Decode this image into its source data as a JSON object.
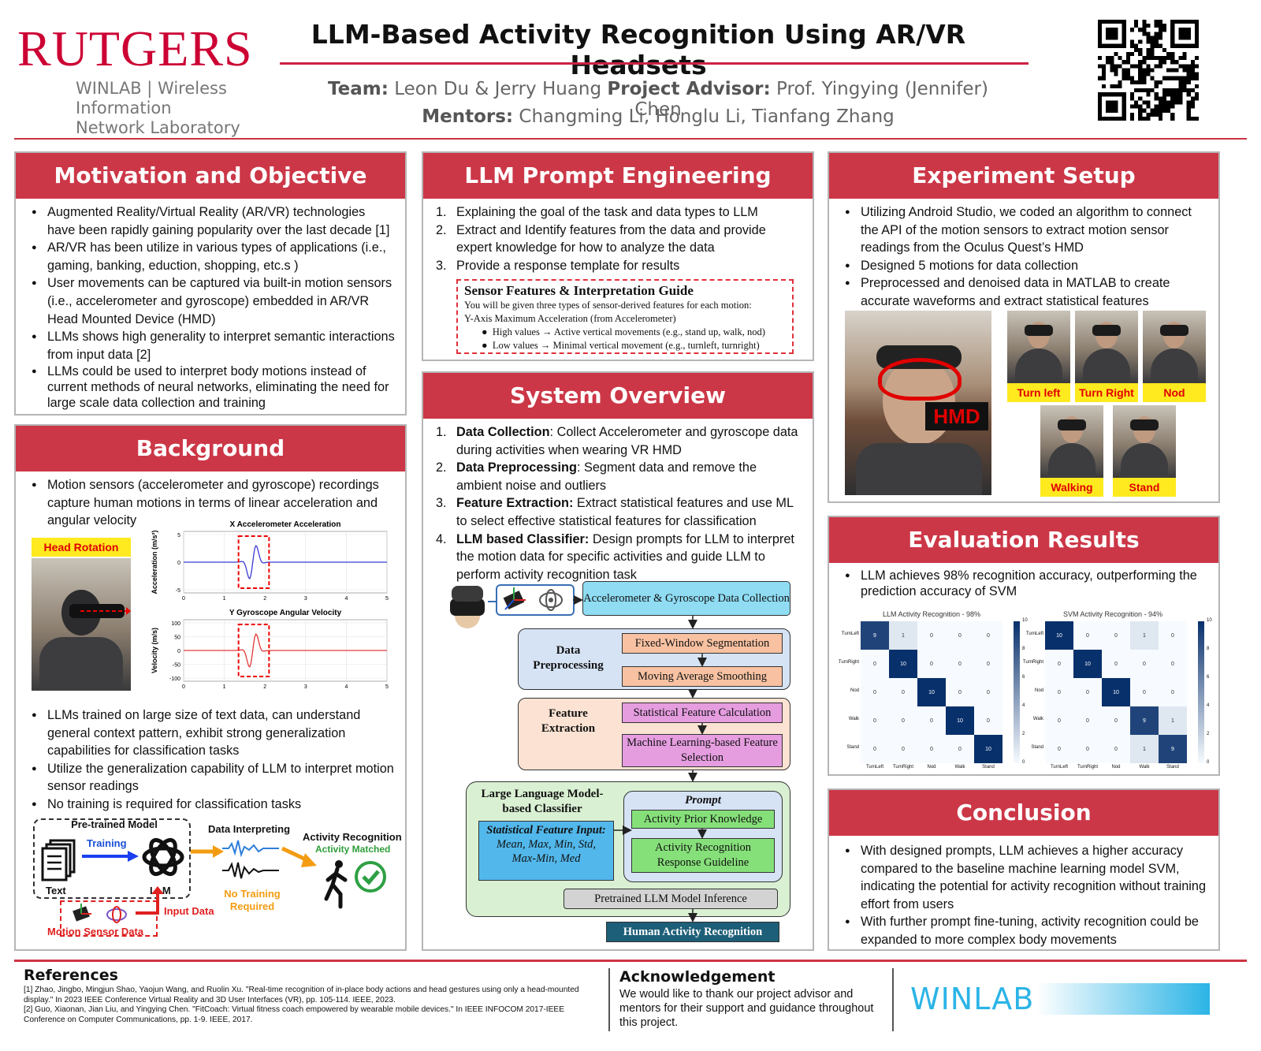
{
  "header": {
    "university": "RUTGERS",
    "lab_line1": "WINLAB | Wireless Information",
    "lab_line2": "Network Laboratory",
    "title": "LLM-Based Activity Recognition Using AR/VR Headsets",
    "team_label": "Team:",
    "team_value": "Leon Du & Jerry Huang",
    "advisor_label": "Project Advisor:",
    "advisor_value": "Prof. Yingying (Jennifer) Chen",
    "mentors_label": "Mentors:",
    "mentors_value": "Changming Li, Honglu Li, Tianfang Zhang"
  },
  "motivation": {
    "title": "Motivation and Objective",
    "bullets": [
      "Augmented Reality/Virtual Reality (AR/VR) technologies have been rapidly gaining popularity over the last decade [1]",
      "AR/VR has been utilize in various types of applications (i.e., gaming, banking, eduction, shopping, etc.s )",
      "User movements can be captured via built-in motion sensors (i.e., accelerometer and gyroscope) embedded in AR/VR Head Mounted Device (HMD)",
      "LLMs shows high generality to interpret semantic interactions from input data [2]",
      "LLMs could be used to interpret body motions instead of current methods of neural networks, eliminating the need for large scale data collection and training"
    ]
  },
  "background": {
    "title": "Background",
    "bullet_top": "Motion sensors (accelerometer and gyroscope) recordings capture human motions in terms of linear acceleration and angular velocity",
    "head_rotation_label": "Head Rotation",
    "plot1_title": "X Accelerometer Acceleration",
    "plot1_ylabel": "Acceleration (m/s²)",
    "plot1_yticks": [
      "5",
      "0",
      "-5"
    ],
    "plot2_title": "Y Gyroscope Angular Velocity",
    "plot2_ylabel": "Velocity (m/s)",
    "plot2_yticks": [
      "100",
      "50",
      "0",
      "-50",
      "-100"
    ],
    "xticks": [
      "0",
      "1",
      "2",
      "3",
      "4",
      "5"
    ],
    "bullets_bottom": [
      "LLMs trained on large size of text data, can understand general context pattern, exhibit strong generalization capabilities for classification tasks",
      "Utilize the generalization capability of LLM to interpret motion sensor readings",
      "No training is required for classification tasks"
    ],
    "diagram": {
      "pretrained_model": "Pre-trained Model",
      "training": "Training",
      "text": "Text",
      "llm": "LLM",
      "data_interpreting": "Data Interpreting",
      "no_training": "No Training Required",
      "activity_recognition": "Activity Recognition",
      "activity_matched": "Activity Matched",
      "input_data": "Input Data",
      "motion_sensor_data": "Motion Sensor Data"
    }
  },
  "prompt_engineering": {
    "title": "LLM Prompt Engineering",
    "items": [
      "Explaining the goal of the task and data types to LLM",
      "Extract and Identify features from the data and provide expert knowledge for how to analyze the data",
      "Provide a response template for results"
    ],
    "guide_title": "Sensor Features & Interpretation Guide",
    "guide_line1": "You will be given three types of sensor-derived features for each motion:",
    "guide_line2": "Y-Axis Maximum Acceleration (from Accelerometer)",
    "guide_item1": "High values → Active vertical movements (e.g., stand up, walk, nod)",
    "guide_item2": "Low values → Minimal vertical movement (e.g., turnleft, turnright)"
  },
  "system_overview": {
    "title": "System Overview",
    "items": [
      {
        "bold": "Data Collection",
        "rest": ": Collect Accelerometer and gyroscope data during activities when wearing VR HMD"
      },
      {
        "bold": "Data Preprocessing",
        "rest": ": Segment data and remove the ambient noise and outliers"
      },
      {
        "bold": "Feature Extraction:",
        "rest": " Extract statistical features and use ML to select effective statistical features for classification"
      },
      {
        "bold": "LLM based Classifier:",
        "rest": " Design prompts for LLM to interpret the motion data for specific activities and guide LLM to perform activity recognition task"
      }
    ],
    "flow": {
      "collection": "Accelerometer & Gyroscope Data Collection",
      "preprocessing": "Data Preprocessing",
      "segmentation": "Fixed-Window Segmentation",
      "smoothing": "Moving Average Smoothing",
      "feature_extraction": "Feature Extraction",
      "stat_calc": "Statistical Feature Calculation",
      "ml_selection": "Machine Learning-based Feature Selection",
      "llm_classifier": "Large Language Model-based Classifier",
      "prompt": "Prompt",
      "prior_knowledge": "Activity Prior Knowledge",
      "response_guideline": "Activity Recognition Response Guideline",
      "stat_input_title": "Statistical Feature Input:",
      "stat_input_values": "Mean, Max, Min, Std, Max-Min, Med",
      "inference": "Pretrained LLM Model Inference",
      "output": "Human Activity Recognition"
    }
  },
  "experiment": {
    "title": "Experiment Setup",
    "bullets": [
      "Utilizing Android Studio, we coded an algorithm to connect the API of the motion sensors to extract motion sensor readings  from the Oculus Quest’s HMD",
      "Designed 5 motions for data collection",
      "Preprocessed and denoised data in MATLAB to create accurate waveforms and extract statistical features"
    ],
    "hmd_label": "HMD",
    "motions": [
      "Turn left",
      "Turn Right",
      "Nod",
      "Walking",
      "Stand"
    ]
  },
  "evaluation": {
    "title": "Evaluation Results",
    "bullet": "LLM achieves 98% recognition accuracy, outperforming the prediction accuracy of SVM",
    "labels": [
      "TurnLeft",
      "TurnRight",
      "Nod",
      "Walk",
      "Stand"
    ],
    "colorbar_ticks": [
      "10",
      "8",
      "6",
      "4",
      "2",
      "0"
    ],
    "llm_title": "LLM Activity Recognition - 98%",
    "svm_title": "SVM Activity Recognition - 94%",
    "llm_matrix": [
      [
        9,
        1,
        0,
        0,
        0
      ],
      [
        0,
        10,
        0,
        0,
        0
      ],
      [
        0,
        0,
        10,
        0,
        0
      ],
      [
        0,
        0,
        0,
        10,
        0
      ],
      [
        0,
        0,
        0,
        0,
        10
      ]
    ],
    "svm_matrix": [
      [
        10,
        0,
        0,
        1,
        0
      ],
      [
        0,
        10,
        0,
        0,
        0
      ],
      [
        0,
        0,
        10,
        0,
        0
      ],
      [
        0,
        0,
        0,
        9,
        1
      ],
      [
        0,
        0,
        0,
        1,
        9
      ]
    ]
  },
  "conclusion": {
    "title": "Conclusion",
    "bullets": [
      "With designed prompts, LLM achieves a higher accuracy compared to the baseline machine learning model SVM, indicating the potential for activity recognition without training effort from users",
      "With further prompt fine-tuning, activity recognition could be expanded to more complex body movements"
    ]
  },
  "footer": {
    "references_title": "References",
    "ref1": "[1] Zhao, Jingbo, Mingjun Shao, Yaojun Wang, and Ruolin Xu. \"Real-time recognition of in-place body actions and head gestures using only a head-mounted display.\" In 2023 IEEE Conference Virtual Reality and 3D User Interfaces (VR), pp. 105-114. IEEE, 2023.",
    "ref2": "[2] Guo, Xiaonan, Jian Liu, and Yingying Chen. \"FitCoach: Virtual fitness coach empowered by wearable mobile devices.\" In IEEE INFOCOM 2017-IEEE Conference on Computer Communications, pp. 1-9. IEEE, 2017.",
    "ack_title": "Acknowledgement",
    "ack_text": "We would like to thank our project advisor and mentors for their support and guidance throughout this project.",
    "logo": "WINLAB"
  },
  "colors": {
    "accent": "#cc3747",
    "label_yellow": "#ffe91f",
    "winlab_blue": "#2bb4e6"
  }
}
